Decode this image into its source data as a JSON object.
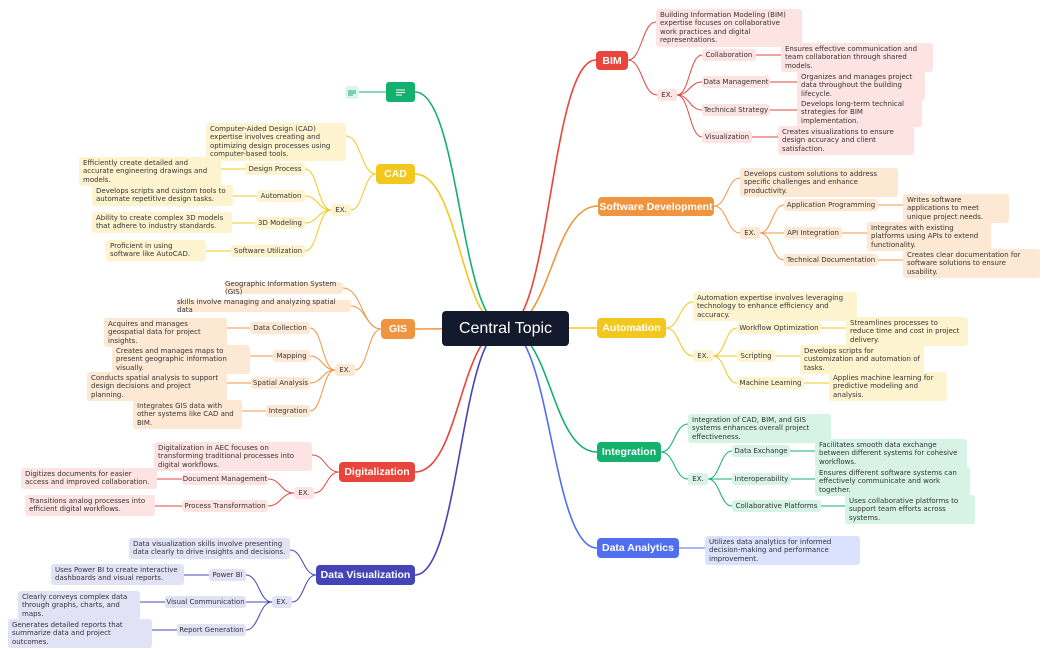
{
  "central": "Central Topic",
  "colors": {
    "bim": "#e8453c",
    "software": "#f0953f",
    "automation": "#f2c81e",
    "integration": "#14b06e",
    "analytics": "#4f6ef0",
    "cad": "#f2c81e",
    "gis": "#f0953f",
    "digital": "#e8453c",
    "dataviz": "#4444b8",
    "teal": "#14b06e"
  },
  "branches": {
    "bim": {
      "title": "BIM",
      "desc": "Building Information Modeling (BIM) expertise focuses on collaborative work practices and digital representations.",
      "ex": "EX.",
      "items": [
        {
          "label": "Collaboration",
          "detail": "Ensures effective communication and team collaboration through shared models."
        },
        {
          "label": "Data Management",
          "detail": "Organizes and manages project data throughout the building lifecycle."
        },
        {
          "label": "Technical Strategy",
          "detail": "Develops long-term technical strategies for BIM implementation."
        },
        {
          "label": "Visualization",
          "detail": "Creates visualizations to ensure design accuracy and client satisfaction."
        }
      ]
    },
    "software": {
      "title": "Software Development",
      "desc": "Develops custom solutions to address specific challenges and enhance productivity.",
      "ex": "EX.",
      "items": [
        {
          "label": "Application Programming",
          "detail": "Writes software applications to meet unique project needs."
        },
        {
          "label": "API Integration",
          "detail": "Integrates with existing platforms using APIs to extend functionality."
        },
        {
          "label": "Technical Documentation",
          "detail": "Creates clear documentation for software solutions to ensure usability."
        }
      ]
    },
    "automation": {
      "title": "Automation",
      "desc": "Automation expertise involves leveraging technology to enhance efficiency and accuracy.",
      "ex": "EX.",
      "items": [
        {
          "label": "Workflow Optimization",
          "detail": "Streamlines processes to reduce time and cost in project delivery."
        },
        {
          "label": "Scripting",
          "detail": "Develops scripts for customization and automation of tasks."
        },
        {
          "label": "Machine Learning",
          "detail": "Applies machine learning for predictive modeling and analysis."
        }
      ]
    },
    "integration": {
      "title": "Integration",
      "desc": "Integration of CAD, BIM, and GIS systems enhances overall project effectiveness.",
      "ex": "EX.",
      "items": [
        {
          "label": "Data Exchange",
          "detail": "Facilitates smooth data exchange between different systems for cohesive workflows."
        },
        {
          "label": "Interoperability",
          "detail": "Ensures different software systems can effectively communicate and work together."
        },
        {
          "label": "Collaborative Platforms",
          "detail": "Uses collaborative platforms to support team efforts across systems."
        }
      ]
    },
    "analytics": {
      "title": "Data Analytics",
      "desc": "Utilizes data analytics for informed decision-making and performance improvement."
    },
    "cad": {
      "title": "CAD",
      "desc": "Computer-Aided Design (CAD) expertise involves creating and optimizing design processes using computer-based tools.",
      "ex": "EX.",
      "items": [
        {
          "label": "Design Process",
          "detail": "Efficiently create detailed and accurate engineering drawings and models."
        },
        {
          "label": "Automation",
          "detail": "Develops scripts and custom tools to automate repetitive design tasks."
        },
        {
          "label": "3D Modeling",
          "detail": "Ability to create complex 3D models that adhere to industry standards."
        },
        {
          "label": "Software Utilization",
          "detail": "Proficient in using software like AutoCAD."
        }
      ]
    },
    "gis": {
      "title": "GIS",
      "desc1": "Geographic Information System (GIS)",
      "desc2": "skills involve managing and analyzing spatial data",
      "ex": "EX.",
      "items": [
        {
          "label": "Data Collection",
          "detail": "Acquires and manages geospatial data for project insights."
        },
        {
          "label": "Mapping",
          "detail": "Creates and manages maps to present geographic information visually."
        },
        {
          "label": "Spatial Analysis",
          "detail": "Conducts spatial analysis to support design decisions and project planning."
        },
        {
          "label": "Integration",
          "detail": "Integrates GIS data with other systems like CAD and BIM."
        }
      ]
    },
    "digital": {
      "title": "Digitalization",
      "desc": "Digitalization in AEC focuses on transforming traditional processes into digital workflows.",
      "ex": "EX.",
      "items": [
        {
          "label": "Document Management",
          "detail": "Digitizes documents for easier access and improved collaboration."
        },
        {
          "label": "Process Transformation",
          "detail": "Transitions analog processes into efficient digital workflows."
        }
      ]
    },
    "dataviz": {
      "title": "Data Visualization",
      "desc": "Data visualization skills involve presenting data clearly to drive insights and decisions.",
      "ex": "EX.",
      "items": [
        {
          "label": "Power BI",
          "detail": "Uses Power BI to create interactive dashboards and visual reports."
        },
        {
          "label": "Visual Communication",
          "detail": "Clearly conveys complex data through graphs, charts, and maps."
        },
        {
          "label": "Report Generation",
          "detail": "Generates detailed reports that summarize data and project outcomes."
        }
      ]
    }
  }
}
